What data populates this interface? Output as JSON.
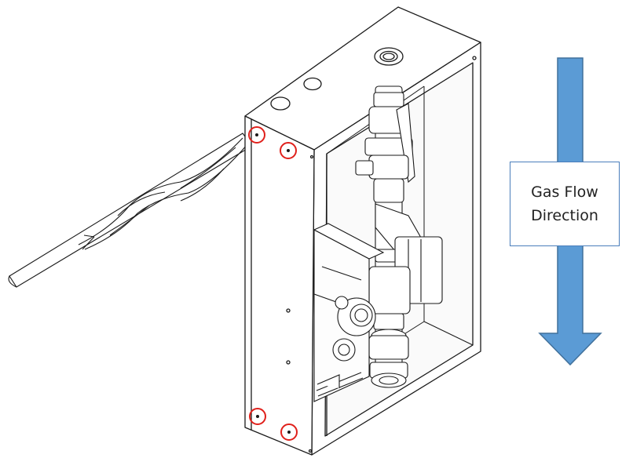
{
  "flow_label": {
    "line1": "Gas Flow",
    "line2": "Direction"
  },
  "colors": {
    "arrow_fill": "#5b9bd5",
    "arrow_stroke": "#41719c",
    "marker_circle": "#e0201b",
    "line_art": "#1a1a1a"
  },
  "icons": {
    "drill_bit": "drill-bit-icon",
    "screw_marker": "circle-marker-icon",
    "flow_arrow": "down-arrow-icon"
  },
  "highlighted_screws": 4
}
